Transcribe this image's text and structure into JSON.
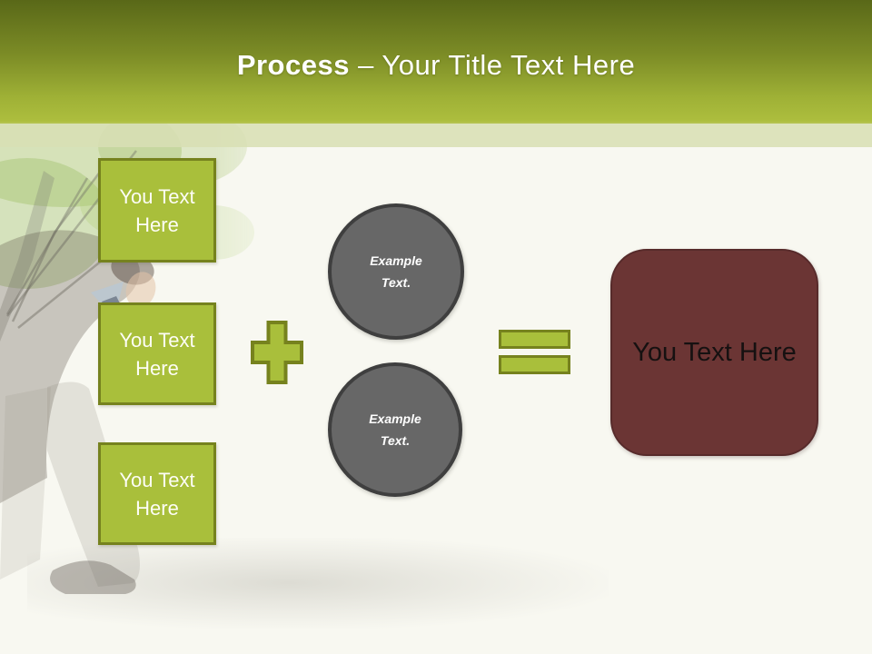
{
  "header": {
    "title_bold": "Process",
    "title_rest": "– Your Title Text Here"
  },
  "process_boxes": [
    {
      "label": "You Text Here"
    },
    {
      "label": "You Text Here"
    },
    {
      "label": "You Text Here"
    }
  ],
  "circles": [
    {
      "label": "Example Text."
    },
    {
      "label": "Example Text."
    }
  ],
  "result_box": {
    "label": "You Text Here"
  },
  "operators": {
    "plus_icon": "plus-sign",
    "equals_icon": "equals-sign"
  },
  "background": {
    "decoration": "faded-businessman-bending-beside-tree"
  },
  "colors": {
    "accent_green_fill": "#a9bf3b",
    "accent_green_border": "#76821e",
    "header_gradient_top": "#596818",
    "header_gradient_bottom": "#adbe3e",
    "substrip_green": "#d8dfb4",
    "circle_gray": "#676767",
    "circle_border": "#3f3f3f",
    "result_maroon": "#6b3534",
    "body_background": "#f8f8f1"
  }
}
